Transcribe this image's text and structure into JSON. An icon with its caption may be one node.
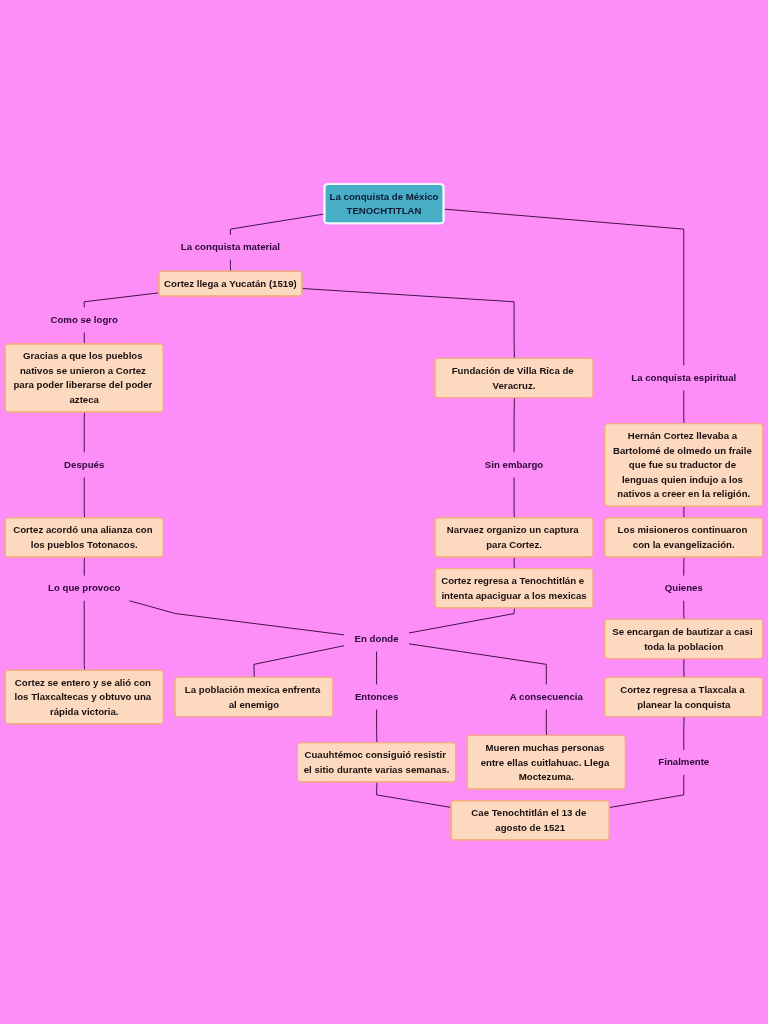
{
  "diagram": {
    "nodes": [
      {
        "text": [
          "La conquista de México",
          "TENOCHTITLAN"
        ]
      },
      {
        "text": [
          "La conquista material"
        ]
      },
      {
        "text": [
          "La conquista espiritual"
        ]
      },
      {
        "text": [
          "Cortez llega a Yucatán (1519)"
        ]
      },
      {
        "text": [
          "Hernán Cortez llevaba a Bartolomé de olmedo un fraile que fue su traductor de lenguas quien indujo a los nativos a creer en la religión."
        ]
      },
      {
        "text": [
          "Como se logro"
        ]
      },
      {
        "text": [
          "Fundación de Villa Rica de Veracruz."
        ]
      },
      {
        "text": [
          "Gracias a que los pueblos nativos se unieron a Cortez para poder liberarse del poder azteca"
        ]
      },
      {
        "text": [
          "Los misioneros continuaron con la evangelización."
        ]
      },
      {
        "text": [
          "Sin embargo"
        ]
      },
      {
        "text": [
          "Después"
        ]
      },
      {
        "text": [
          "Quienes"
        ]
      },
      {
        "text": [
          "Cortez acordó una alianza con los pueblos Totonacos."
        ]
      },
      {
        "text": [
          "Narvaez organizo un captura para Cortez."
        ]
      },
      {
        "text": [
          "Se encargan de bautizar a casi toda la poblacion"
        ]
      },
      {
        "text": [
          "Lo que provoco"
        ]
      },
      {
        "text": [
          "Cortez se entero y se alió con los Tlaxcaltecas y obtuvo una rápida victoria."
        ]
      },
      {
        "text": [
          "Cortez regresa a Tenochtitlán e intenta apaciguar a los mexicas"
        ]
      },
      {
        "text": [
          "En donde"
        ]
      },
      {
        "text": [
          "La población mexica enfrenta al enemigo"
        ]
      },
      {
        "text": [
          "Cortez regresa a Tlaxcala a planear la conquista"
        ]
      },
      {
        "text": [
          "Entonces"
        ]
      },
      {
        "text": [
          "A consecuencia"
        ]
      },
      {
        "text": [
          "Cuauhtémoc consiguió resistir el sitio durante varias semanas."
        ]
      },
      {
        "text": [
          "Mueren muchas personas entre ellas cuitlahuac. Llega Moctezuma."
        ]
      },
      {
        "text": [
          "Finalmente"
        ]
      },
      {
        "text": [
          "Cae Tenochtitlán el 13 de agosto de 1521"
        ]
      }
    ],
    "edges": [
      {
        "from": 0,
        "to": 1,
        "arrow": "none"
      },
      {
        "from": 0,
        "to": 2,
        "arrow": "none"
      },
      {
        "from": 1,
        "to": 3,
        "arrow": "none"
      },
      {
        "from": 2,
        "to": 4,
        "arrow": "none"
      },
      {
        "from": 3,
        "to": 5,
        "arrow": "none"
      },
      {
        "from": 3,
        "to": 6,
        "arrow": "none"
      },
      {
        "from": 5,
        "to": 7,
        "arrow": "none"
      },
      {
        "from": 4,
        "to": 8,
        "arrow": "none"
      },
      {
        "from": 6,
        "to": 9,
        "arrow": "none"
      },
      {
        "from": 7,
        "to": 10,
        "arrow": "none"
      },
      {
        "from": 8,
        "to": 11,
        "arrow": "none"
      },
      {
        "from": 10,
        "to": 12,
        "arrow": "none"
      },
      {
        "from": 9,
        "to": 13,
        "arrow": "none"
      },
      {
        "from": 11,
        "to": 14,
        "arrow": "none"
      },
      {
        "from": 12,
        "to": 15,
        "arrow": "none"
      },
      {
        "from": 13,
        "to": 17,
        "arrow": "none"
      },
      {
        "from": 14,
        "to": 20,
        "arrow": "none"
      },
      {
        "from": 15,
        "to": 16,
        "arrow": "none"
      },
      {
        "from": 15,
        "to": 18,
        "arrow": "none"
      },
      {
        "from": 17,
        "to": 18,
        "arrow": "none"
      },
      {
        "from": 18,
        "to": 19,
        "arrow": "none"
      },
      {
        "from": 18,
        "to": 22,
        "arrow": "none"
      },
      {
        "from": 18,
        "to": 21,
        "arrow": "none"
      },
      {
        "from": 22,
        "to": 24,
        "arrow": "none"
      },
      {
        "from": 21,
        "to": 23,
        "arrow": "none"
      },
      {
        "from": 20,
        "to": 25,
        "arrow": "none"
      },
      {
        "from": 23,
        "to": 26,
        "arrow": "none"
      },
      {
        "from": 25,
        "to": 26,
        "arrow": "none"
      }
    ]
  }
}
